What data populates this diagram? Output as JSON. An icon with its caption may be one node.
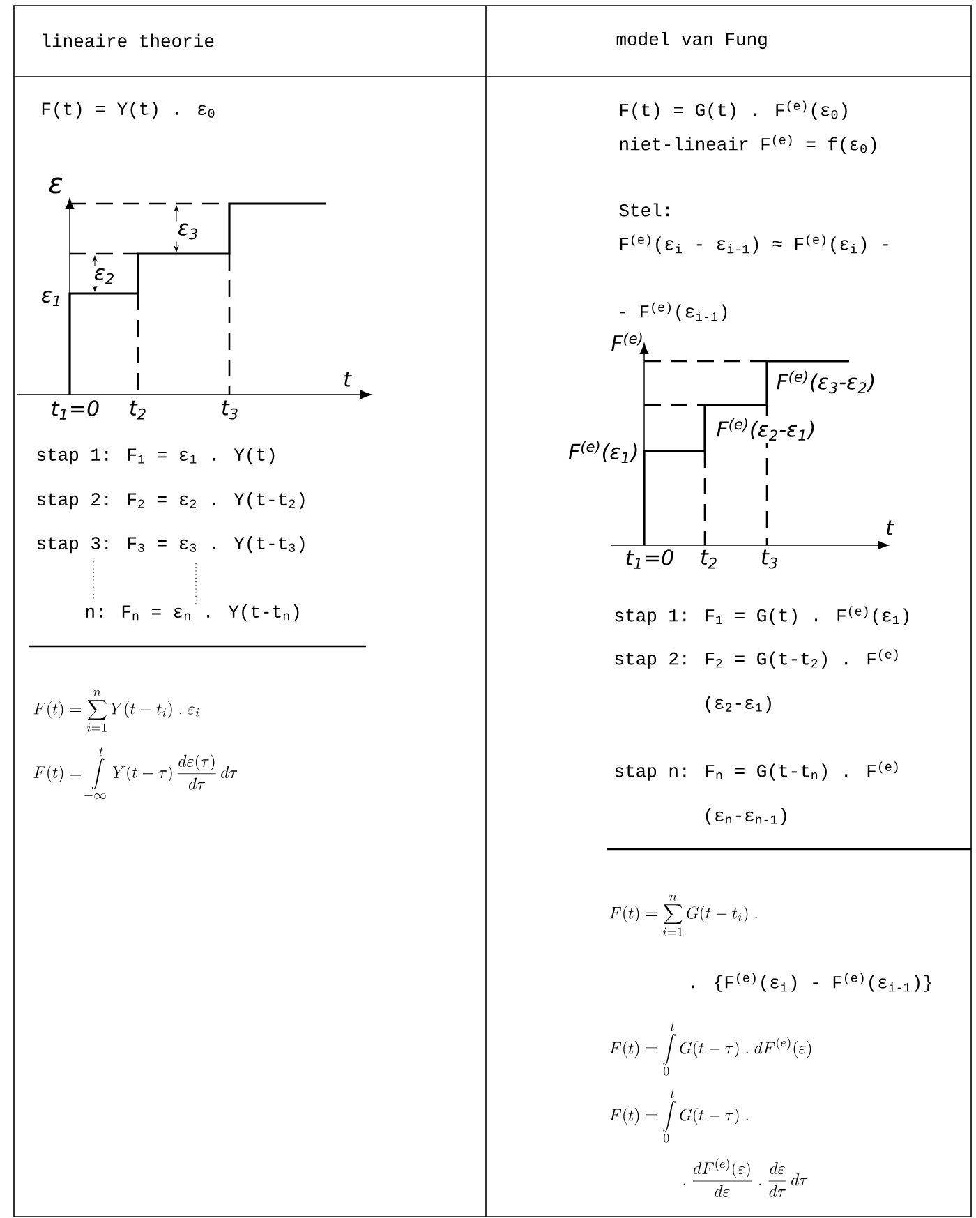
{
  "diagram": {
    "labels": [
      "lineaire theorie",
      "model van Fung",
      "F(t) = Y(t) . ε$_{0}$",
      "ε",
      "ε$_{1}$",
      "ε$_{2}$",
      "ε$_{3}$",
      "t",
      "t$_{1}$=0",
      "t$_{2}$",
      "t$_{3}$",
      "stap 1: F$_{1}$ = ε$_{1}$ . Y(t)",
      "stap 2: F$_{2}$ = ε$_{2}$ . Y(t-t$_{2}$)",
      "stap 3: F$_{3}$ = ε$_{3}$ . Y(t-t$_{3}$)",
      "n: F$_{n}$ = ε$_{n}$ . Y(t-t$_{n}$)",
      "F(t) = \\sum_{i=1}^{n} Y(t-t_{i})\\;.\\;\\varepsilon_{i}",
      "F(t) = \\int\\limits_{-\\infty}^{t} Y(t-\\tau)\\,\\frac{d\\varepsilon(\\tau)}{d\\tau}\\,d\\tau",
      "F(t) = G(t) . F$^{(e)}$(ε$_{0}$)",
      "niet-lineair F$^{(e)}$ = f(ε$_{0}$)",
      "Stel:",
      "F$^{(e)}$(ε$_{i}$ - ε$_{i-1}$) ≈ F$^{(e)}$(ε$_{i}$) -",
      "- F$^{(e)}$(ε$_{i-1}$)",
      "F$^{(e)}$",
      "F$^{(e)}$(ε$_{1}$)",
      "F$^{(e)}$(ε$_{2}$-ε$_{1}$)",
      "F$^{(e)}$(ε$_{3}$-ε$_{2}$)",
      "t",
      "t$_{1}$=0",
      "t$_{2}$",
      "t$_{3}$",
      "stap 1: F$_{1}$ = G(t) . F$^{(e)}$(ε$_{1}$)",
      "stap 2: F$_{2}$ = G(t-t$_{2}$) . F$^{(e)}$",
      "(ε$_{2}$-ε$_{1}$)",
      "stap n: F$_{n}$ = G(t-t$_{n}$) . F$^{(e)}$",
      "(ε$_{n}$-ε$_{n-1}$)",
      "F(t) = \\sum_{i=1}^{n} G(t-t_{i})\\;.",
      ". {F$^{(e)}$(ε$_{i}$) - F$^{(e)}$(ε$_{i-1}$)}",
      "F(t) = \\int\\limits_{0}^{t} G(t-\\tau)\\;.\\;dF^{(e)}(\\varepsilon)",
      "F(t) = \\int\\limits_{0}^{t} G(t-\\tau)\\;.",
      ".\\;\\frac{dF^{(e)}(\\varepsilon)}{d\\varepsilon}\\;.\\;\\frac{d\\varepsilon}{d\\tau}\\,d\\tau"
    ]
  }
}
